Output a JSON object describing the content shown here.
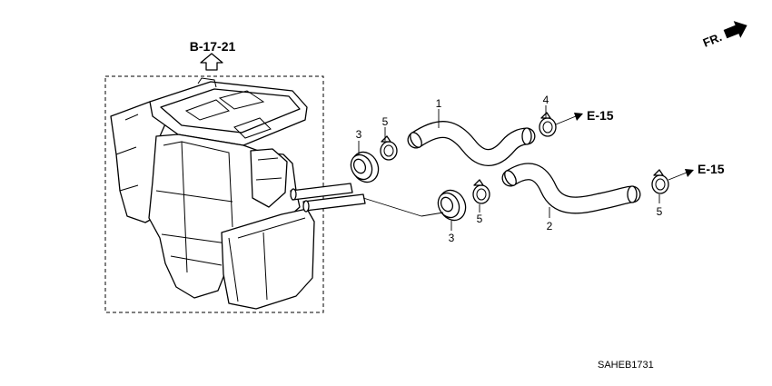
{
  "refs": {
    "top": "B-17-21",
    "upper_hose": "E-15",
    "lower_hose": "E-15"
  },
  "direction": {
    "label": "FR."
  },
  "callouts": {
    "hose_upper": "1",
    "hose_lower": "2",
    "grommet_upper": "3",
    "grommet_lower": "3",
    "clamp_far_upper": "4",
    "clamp_upper": "5",
    "clamp_lower": "5",
    "clamp_far_lower": "5"
  },
  "diagram_code": "SAHEB1731",
  "colors": {
    "line": "#000000",
    "background": "#ffffff"
  }
}
